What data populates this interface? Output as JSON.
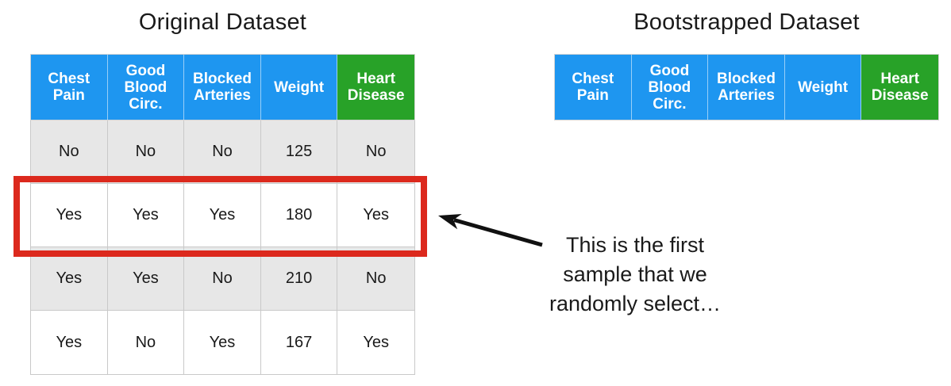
{
  "colors": {
    "header_blue": "#1e96f0",
    "header_green": "#28a228",
    "highlight_red": "#dc291d",
    "row_gray": "#e7e7e7",
    "border_gray": "#c9c9c9",
    "text_dark": "#1a1a1a"
  },
  "original_table": {
    "title": "Original Dataset",
    "headers": [
      {
        "label": "Chest Pain",
        "color_role": "blue"
      },
      {
        "label": "Good Blood Circ.",
        "color_role": "blue"
      },
      {
        "label": "Blocked Arteries",
        "color_role": "blue"
      },
      {
        "label": "Weight",
        "color_role": "blue"
      },
      {
        "label": "Heart Disease",
        "color_role": "green"
      }
    ],
    "rows": [
      {
        "cells": [
          "No",
          "No",
          "No",
          "125",
          "No"
        ],
        "highlighted": false
      },
      {
        "cells": [
          "Yes",
          "Yes",
          "Yes",
          "180",
          "Yes"
        ],
        "highlighted": true
      },
      {
        "cells": [
          "Yes",
          "Yes",
          "No",
          "210",
          "No"
        ],
        "highlighted": false
      },
      {
        "cells": [
          "Yes",
          "No",
          "Yes",
          "167",
          "Yes"
        ],
        "highlighted": false
      }
    ],
    "highlighted_row_index": 1
  },
  "bootstrapped_table": {
    "title": "Bootstrapped Dataset",
    "headers": [
      {
        "label": "Chest Pain",
        "color_role": "blue"
      },
      {
        "label": "Good Blood Circ.",
        "color_role": "blue"
      },
      {
        "label": "Blocked Arteries",
        "color_role": "blue"
      },
      {
        "label": "Weight",
        "color_role": "blue"
      },
      {
        "label": "Heart Disease",
        "color_role": "green"
      }
    ],
    "rows": []
  },
  "annotation": {
    "lines": [
      "This is the first",
      "sample that we",
      "randomly select…"
    ]
  }
}
